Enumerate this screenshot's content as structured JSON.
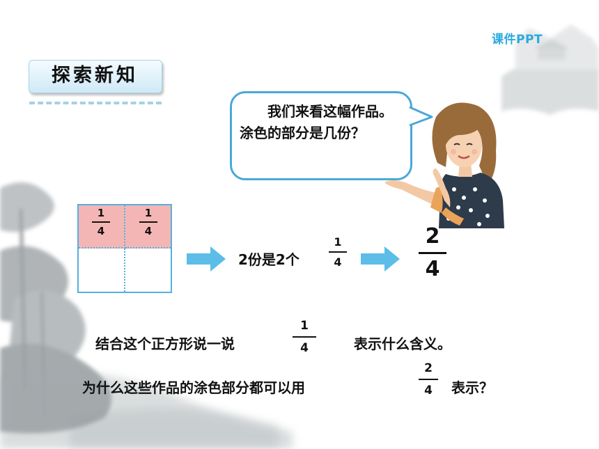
{
  "brand": "课件PPT",
  "section_title": "探索新知",
  "bubble_text": "我们来看这幅作品。涂色的部分是几份？",
  "grid": {
    "cells": [
      {
        "numerator": "1",
        "denominator": "4"
      },
      {
        "numerator": "1",
        "denominator": "4"
      }
    ],
    "shaded_color": "#f4b6b4",
    "border_color": "#55b0dd"
  },
  "step": {
    "text": "2份是2个",
    "fraction": {
      "numerator": "1",
      "denominator": "4"
    }
  },
  "result": {
    "numerator": "2",
    "denominator": "4"
  },
  "question1": {
    "before": "结合这个正方形说一说",
    "fraction": {
      "numerator": "1",
      "denominator": "4"
    },
    "after": "表示什么含义。"
  },
  "question2": {
    "before": "为什么这些作品的涂色部分都可以用",
    "fraction": {
      "numerator": "2",
      "denominator": "4"
    },
    "after": "表示？"
  },
  "colors": {
    "accent": "#2aa9df",
    "arrow": "#5bbde8",
    "bubble_border": "#4aa8d8"
  }
}
